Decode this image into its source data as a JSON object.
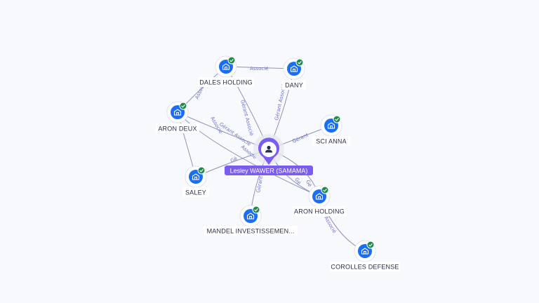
{
  "person": {
    "label": "Lesley WAWER (SAMAMA)",
    "icon": "person-icon",
    "color": "#7b5cf0"
  },
  "companies": [
    {
      "id": "dales",
      "label": "DALES HOLDING",
      "icon": "building-icon"
    },
    {
      "id": "dany",
      "label": "DANY",
      "icon": "building-icon"
    },
    {
      "id": "arondeux",
      "label": "ARON DEUX",
      "icon": "building-icon"
    },
    {
      "id": "scianna",
      "label": "SCI ANNA",
      "icon": "building-icon"
    },
    {
      "id": "saley",
      "label": "SALEY",
      "icon": "building-icon"
    },
    {
      "id": "aronholding",
      "label": "ARON HOLDING",
      "icon": "building-icon"
    },
    {
      "id": "mandel",
      "label": "MANDEL INVESTISSEMEN...",
      "icon": "building-icon"
    },
    {
      "id": "corolles",
      "label": "COROLLES DEFENSE",
      "icon": "building-icon"
    }
  ],
  "edge_labels": {
    "associe": "Associé",
    "gerant": "Gérant",
    "gerant_associe": "Gérant Associé",
    "gerant_short": "Gé"
  },
  "colors": {
    "node": "#1a6ef5",
    "check": "#1e8a4c",
    "edge": "#8f93b8",
    "edge_label": "#6e72c9"
  }
}
